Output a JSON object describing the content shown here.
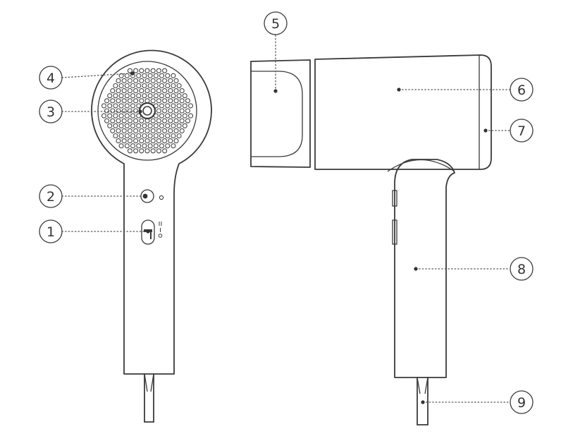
{
  "callouts": [
    {
      "id": "1",
      "label": "1",
      "side": "left",
      "target": "power-switch"
    },
    {
      "id": "2",
      "label": "2",
      "side": "left",
      "target": "ion-button"
    },
    {
      "id": "3",
      "label": "3",
      "side": "left",
      "target": "center-cap"
    },
    {
      "id": "4",
      "label": "4",
      "side": "left",
      "target": "air-inlet-grille"
    },
    {
      "id": "5",
      "label": "5",
      "side": "top",
      "target": "nozzle"
    },
    {
      "id": "6",
      "label": "6",
      "side": "right",
      "target": "body"
    },
    {
      "id": "7",
      "label": "7",
      "side": "right",
      "target": "air-inlet"
    },
    {
      "id": "8",
      "label": "8",
      "side": "right",
      "target": "handle"
    },
    {
      "id": "9",
      "label": "9",
      "side": "right",
      "target": "power-cord"
    }
  ],
  "colors": {
    "stroke": "#3a3a3a",
    "background": "#ffffff"
  }
}
